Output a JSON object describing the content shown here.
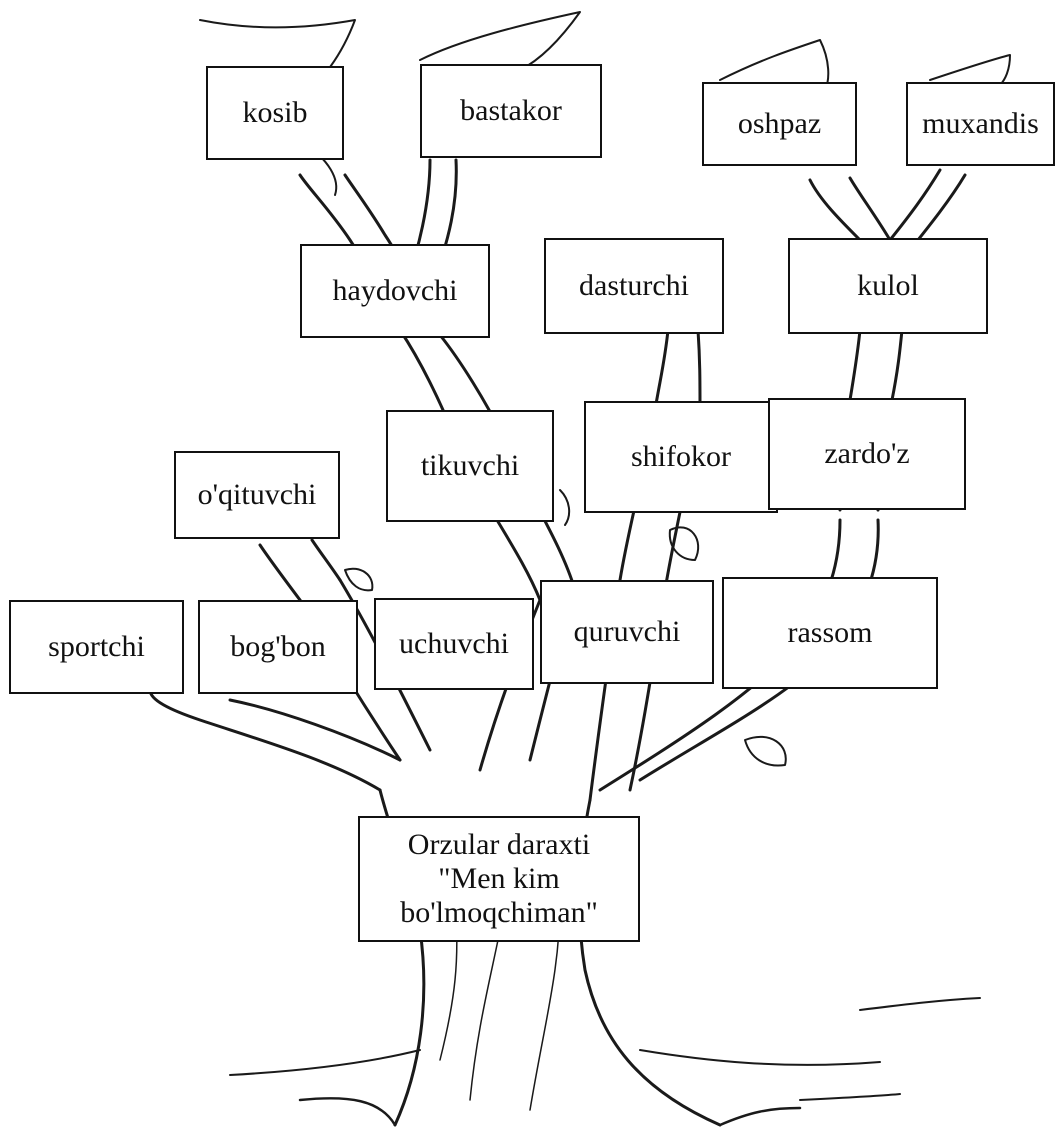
{
  "diagram": {
    "title_lines": [
      "Orzular daraxti",
      "\"Men kim",
      "bo'lmoqchiman\""
    ],
    "professions": {
      "kosib": "kosib",
      "bastakor": "bastakor",
      "oshpaz": "oshpaz",
      "muxandis": "muxandis",
      "haydovchi": "haydovchi",
      "dasturchi": "dasturchi",
      "kulol": "kulol",
      "oqituvchi": "o'qituvchi",
      "tikuvchi": "tikuvchi",
      "shifokor": "shifokor",
      "zardoz": "zardo'z",
      "sportchi": "sportchi",
      "bogbon": "bog'bon",
      "uchuvchi": "uchuvchi",
      "quruvchi": "quruvchi",
      "rassom": "rassom"
    }
  }
}
